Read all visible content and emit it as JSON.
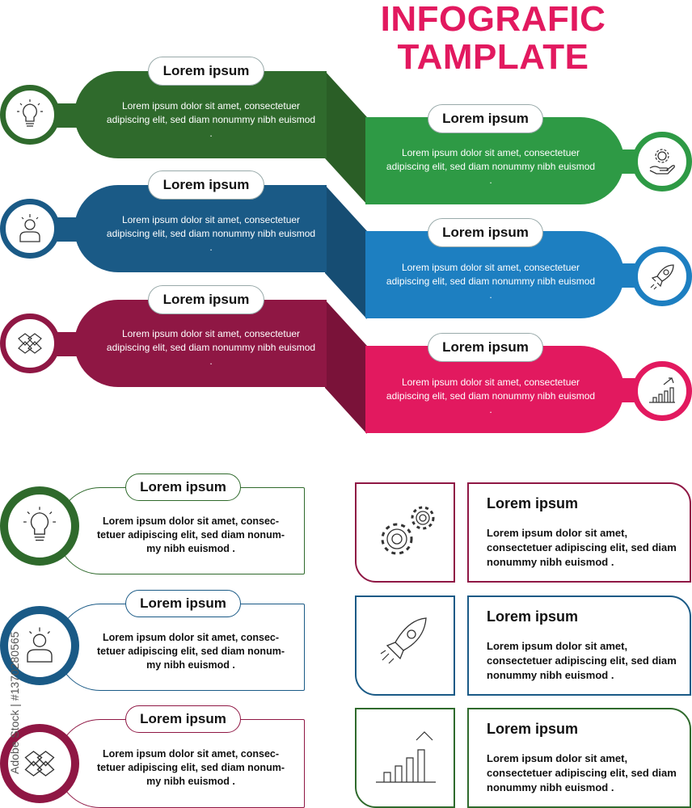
{
  "title": {
    "line1": "INFOGRAFIC",
    "line2": "TAMPLATE"
  },
  "colors": {
    "green_dark": "#2f6a2c",
    "green": "#2e9a45",
    "blue_dark": "#1a5a86",
    "blue": "#1d7fc1",
    "crimson": "#8f1744",
    "pink": "#e2195f"
  },
  "top_steps": [
    {
      "heading": "Lorem ipsum",
      "body": "Lorem ipsum dolor sit amet, consectetuer adipiscing elit, sed diam nonummy nibh euismod .",
      "icon": "lightbulb-icon"
    },
    {
      "heading": "Lorem ipsum",
      "body": "Lorem ipsum dolor sit amet, consectetuer adipiscing elit, sed diam nonummy nibh euismod .",
      "icon": "gear-hand-icon"
    },
    {
      "heading": "Lorem ipsum",
      "body": "Lorem ipsum dolor sit amet, consectetuer adipiscing elit, sed diam nonummy nibh euismod .",
      "icon": "person-idea-icon"
    },
    {
      "heading": "Lorem ipsum",
      "body": "Lorem ipsum dolor sit amet, consectetuer adipiscing elit, sed diam nonummy nibh euismod .",
      "icon": "rocket-icon"
    },
    {
      "heading": "Lorem ipsum",
      "body": "Lorem ipsum dolor sit amet, consectetuer adipiscing elit, sed diam nonummy nibh euismod .",
      "icon": "handshake-icon"
    },
    {
      "heading": "Lorem ipsum",
      "body": "Lorem ipsum dolor sit amet, consectetuer adipiscing elit, sed diam nonummy nibh euismod .",
      "icon": "growth-chart-icon"
    }
  ],
  "left_cards": [
    {
      "heading": "Lorem ipsum",
      "line1": "Lorem ipsum dolor sit amet, consec-",
      "line2": "tetuer adipiscing elit, sed diam nonum-",
      "line3": "my nibh euismod .",
      "icon": "lightbulb-icon"
    },
    {
      "heading": "Lorem ipsum",
      "line1": "Lorem ipsum dolor sit amet, consec-",
      "line2": "tetuer adipiscing elit, sed diam nonum-",
      "line3": "my nibh euismod .",
      "icon": "person-idea-icon"
    },
    {
      "heading": "Lorem ipsum",
      "line1": "Lorem ipsum dolor sit amet, consec-",
      "line2": "tetuer adipiscing elit, sed diam nonum-",
      "line3": "my nibh euismod .",
      "icon": "handshake-icon"
    }
  ],
  "right_cards": [
    {
      "heading": "Lorem ipsum",
      "body": "Lorem ipsum dolor sit amet, consectetuer adipiscing elit, sed diam nonummy nibh euismod .",
      "icon": "gears-icon"
    },
    {
      "heading": "Lorem ipsum",
      "body": "Lorem ipsum dolor sit amet, consectetuer adipiscing elit, sed diam nonummy nibh euismod .",
      "icon": "rocket-icon"
    },
    {
      "heading": "Lorem ipsum",
      "body": "Lorem ipsum dolor sit amet, consectetuer adipiscing elit, sed diam nonummy nibh euismod .",
      "icon": "growth-chart-icon"
    }
  ],
  "watermark": "Adobe Stock | #1370280565"
}
